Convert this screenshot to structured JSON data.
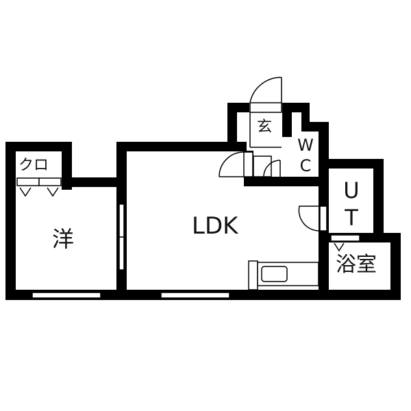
{
  "floor_plan": {
    "rooms": {
      "ldk": "LDK",
      "western_room": "洋",
      "closet": "クロ",
      "entrance": "玄",
      "wc_line1": "W",
      "wc_line2": "C",
      "utility_line1": "U",
      "utility_line2": "T",
      "bathroom": "浴室"
    },
    "colors": {
      "wall": "#000000",
      "background": "#ffffff"
    }
  }
}
